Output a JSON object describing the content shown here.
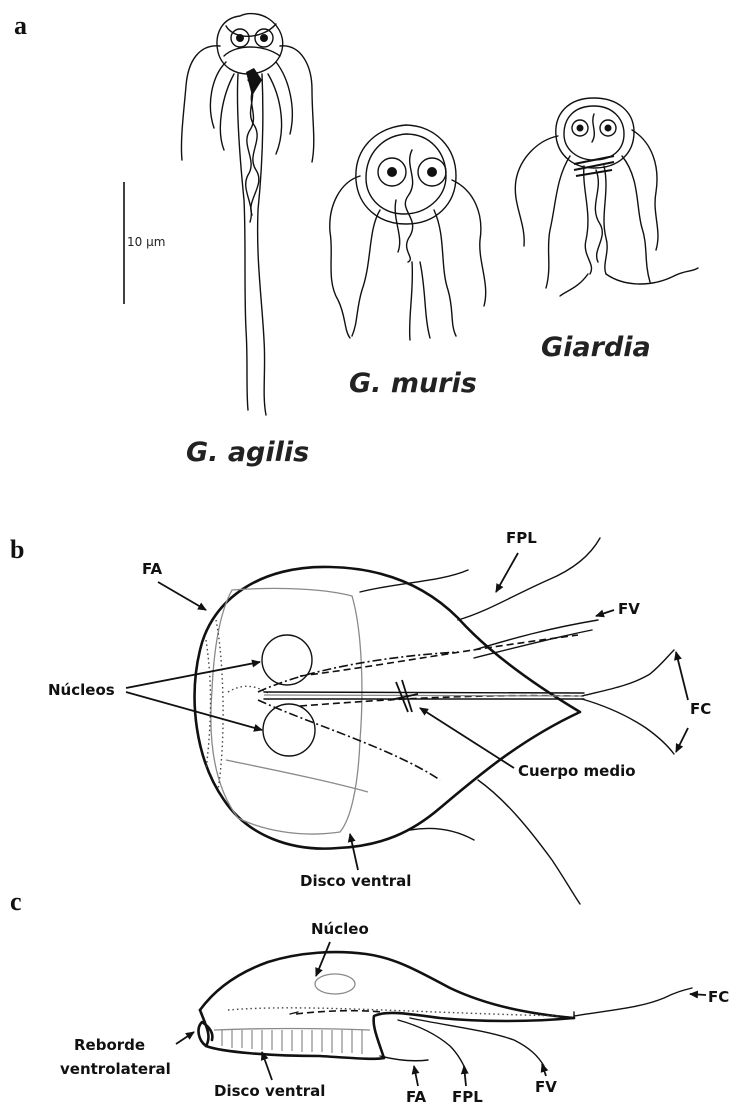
{
  "panels": {
    "a": {
      "letter": "a",
      "scale_bar": "10 µm",
      "species": [
        "G. agilis",
        "G. muris",
        "Giardia"
      ]
    },
    "b": {
      "letter": "b",
      "labels": {
        "fa": "FA",
        "fpl": "FPL",
        "fv": "FV",
        "fc": "FC",
        "nucleos": "Núcleos",
        "cuerpo_medio": "Cuerpo medio",
        "disco_ventral": "Disco ventral"
      }
    },
    "c": {
      "letter": "c",
      "labels": {
        "nucleo": "Núcleo",
        "fc": "FC",
        "reborde_1": "Reborde",
        "reborde_2": "ventrolateral",
        "disco_ventral": "Disco ventral",
        "fa": "FA",
        "fpl": "FPL",
        "fv": "FV"
      }
    }
  }
}
